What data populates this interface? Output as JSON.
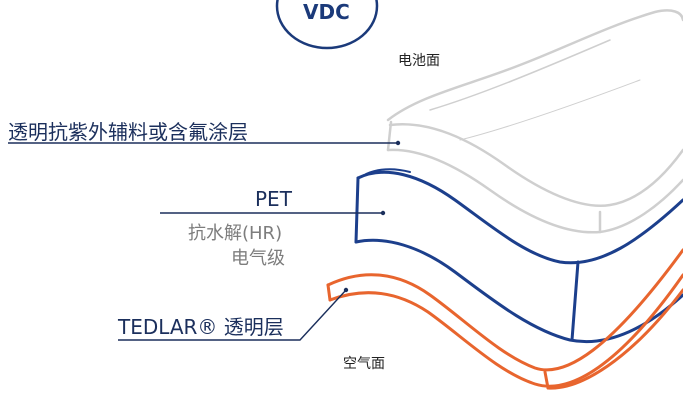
{
  "badge": {
    "text": "VDC"
  },
  "labels": {
    "cell_side": "电池面",
    "coating": "透明抗紫外辅料或含氟涂层",
    "pet": "PET",
    "pet_sub1": "抗水解(HR)",
    "pet_sub2": "电气级",
    "tedlar": "TEDLAR® 透明层",
    "air_side": "空气面"
  },
  "colors": {
    "navy": "#1b2f5c",
    "blue_layer": "#1c3f8c",
    "grey_layer": "#cfcfcf",
    "orange_layer": "#e8652e",
    "sub_text": "#7d7d7d"
  }
}
